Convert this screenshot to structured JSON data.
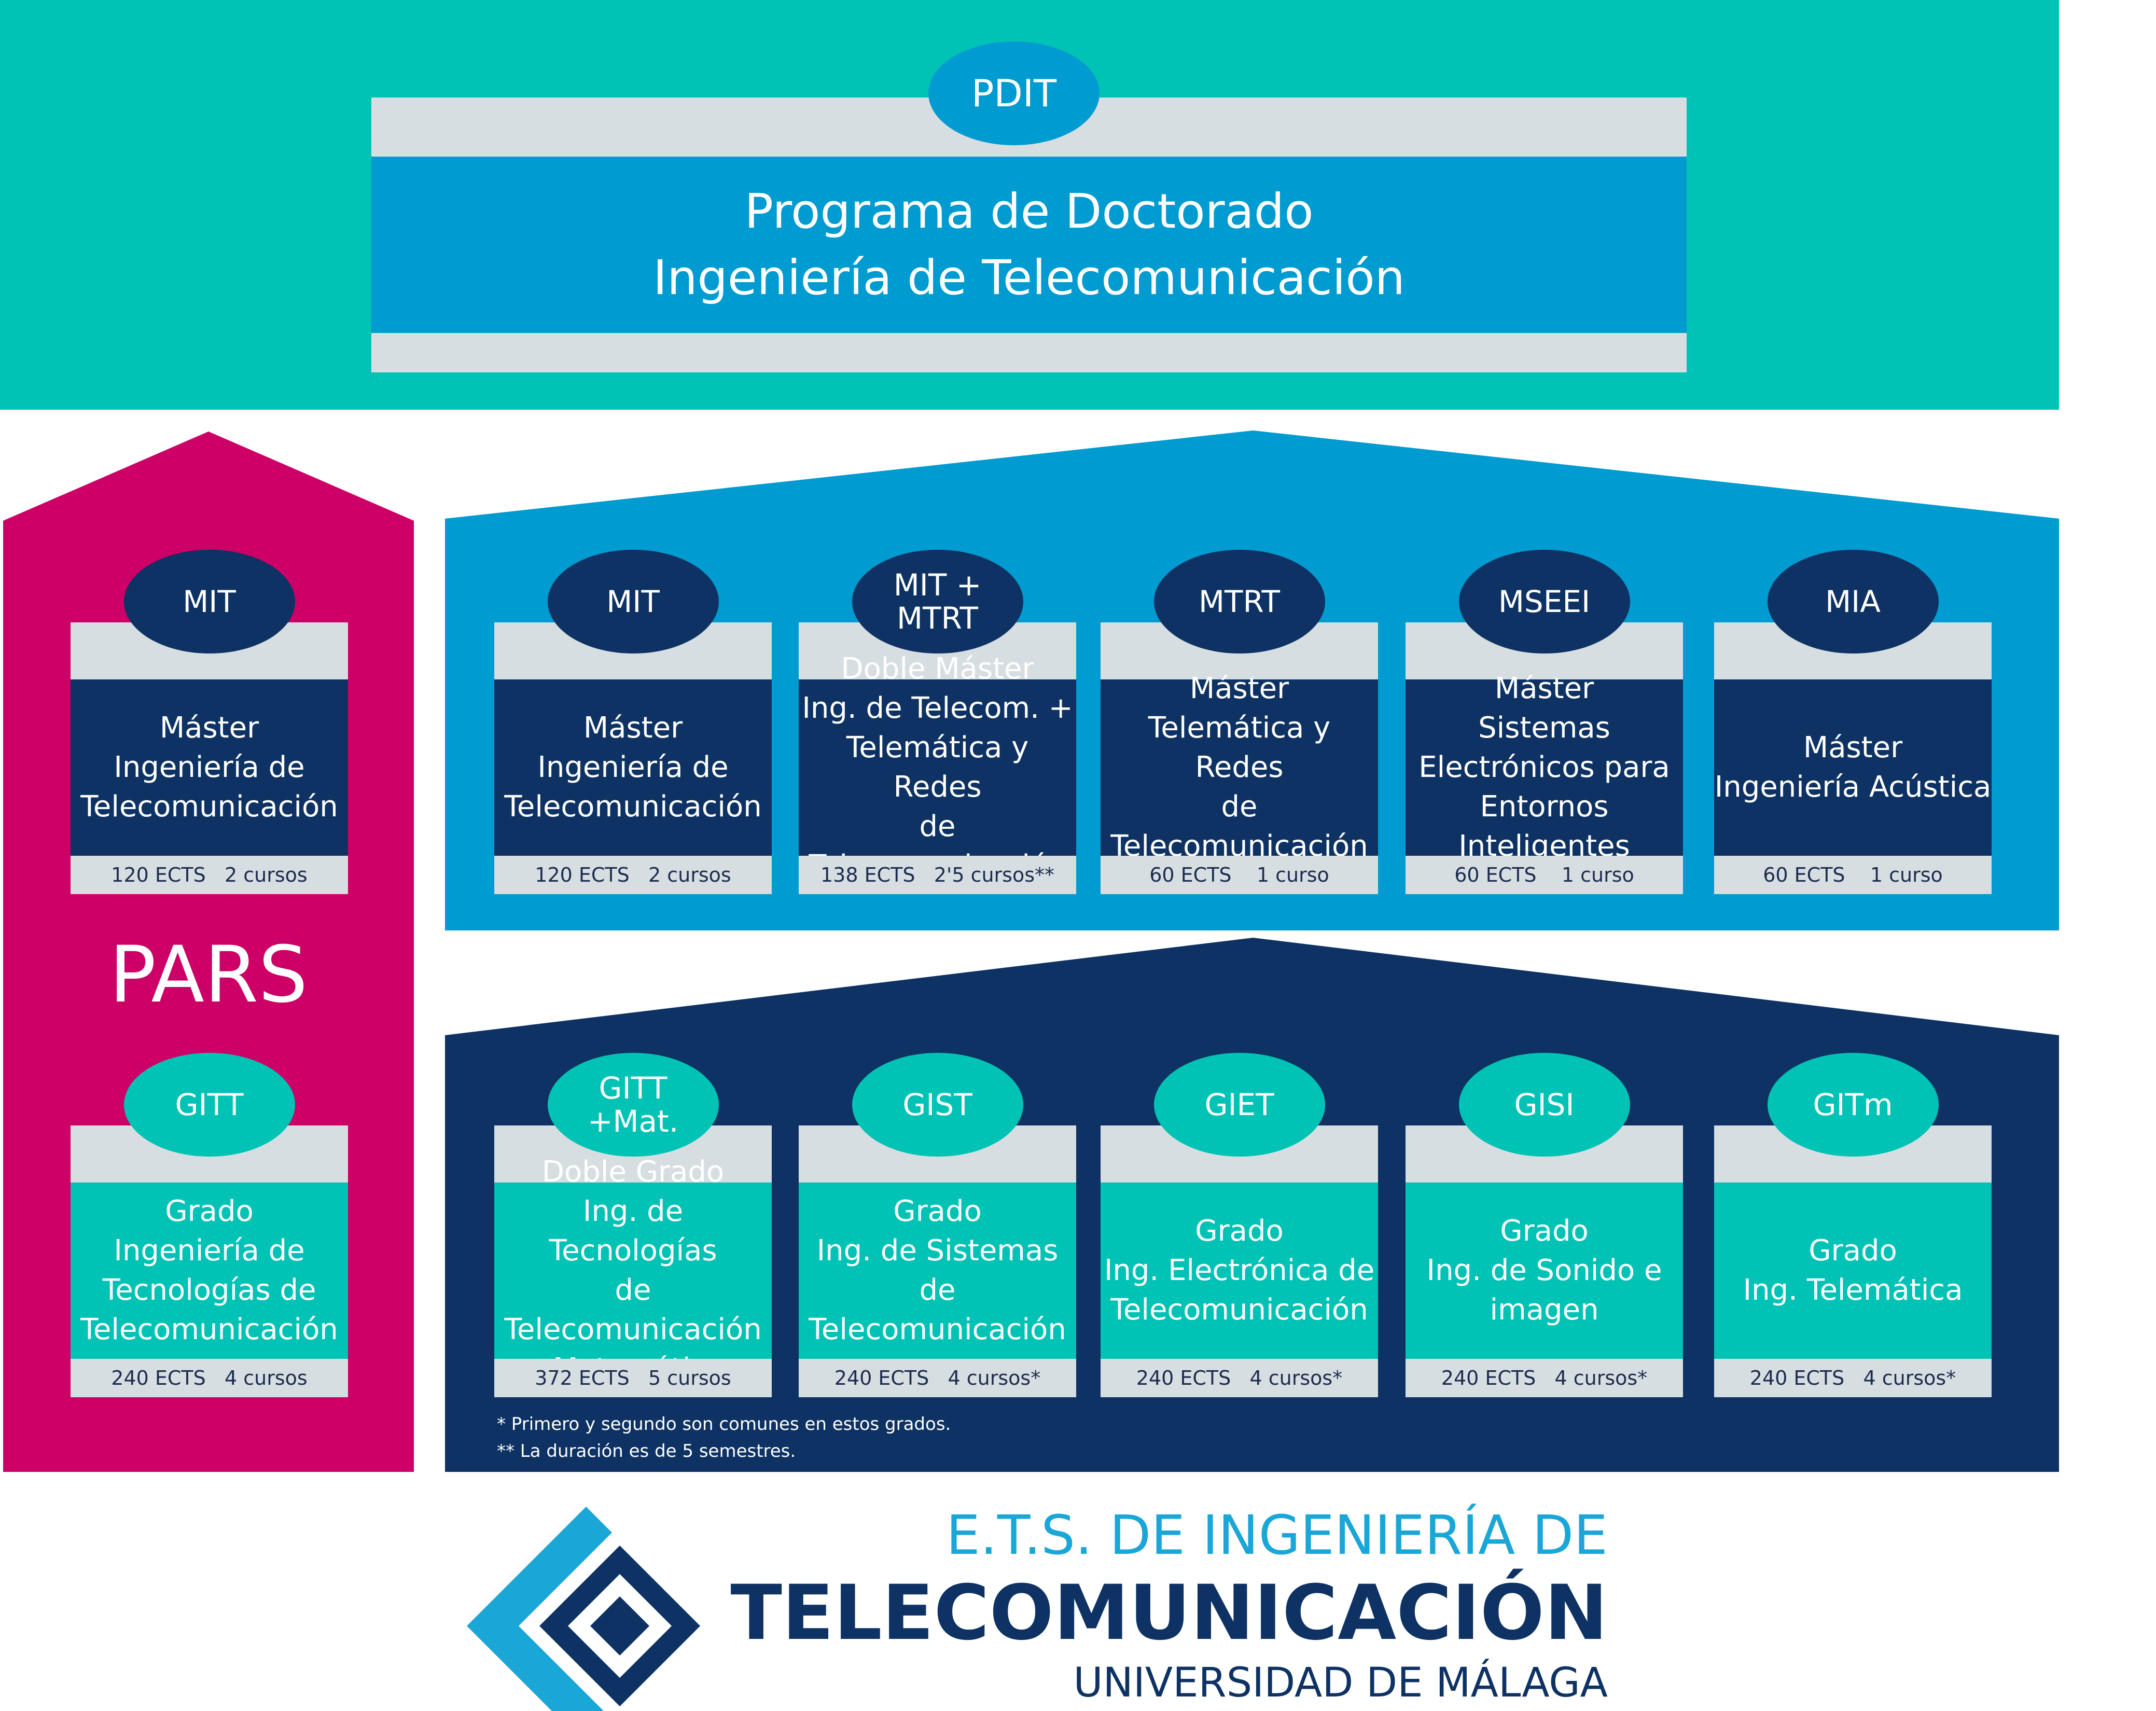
{
  "colors": {
    "teal": "#00c2b5",
    "blue": "#009bd0",
    "navy": "#0d3263",
    "magenta": "#cc0066",
    "grey": "#d7dee1",
    "logo_light": "#1aa7d8"
  },
  "pdit": {
    "badge": "PDIT",
    "title_line1": "Programa de Doctorado",
    "title_line2": "Ingeniería de Telecomunicación"
  },
  "pars": {
    "label": "PARS",
    "master": {
      "badge": "MIT",
      "title": "Máster\nIngeniería de\nTelecomunicación",
      "ects": "120 ECTS   2 cursos"
    },
    "grado": {
      "badge": "GITT",
      "title": "Grado\nIngeniería de\nTecnologías de\nTelecomunicación",
      "ects": "240 ECTS   4 cursos"
    }
  },
  "masters": [
    {
      "badge": "MIT",
      "title": "Máster\nIngeniería de\nTelecomunicación",
      "ects": "120 ECTS   2 cursos"
    },
    {
      "badge": "MIT +\nMTRT",
      "title": "Doble Máster\nIng. de Telecom. +\nTelemática y Redes\nde Telecomunicación",
      "ects": "138 ECTS   2'5 cursos**"
    },
    {
      "badge": "MTRT",
      "title": "Máster\nTelemática y Redes\nde Telecomunicación",
      "ects": "60 ECTS    1 curso"
    },
    {
      "badge": "MSEEI",
      "title": "Máster\nSistemas\nElectrónicos para\nEntornos Inteligentes",
      "ects": "60 ECTS    1 curso"
    },
    {
      "badge": "MIA",
      "title": "Máster\nIngeniería Acústica",
      "ects": "60 ECTS    1 curso"
    }
  ],
  "grados": [
    {
      "badge": "GITT\n+Mat.",
      "title": "Doble Grado\nIng. de Tecnologías\nde Telecomunicación\ny Matemáticas",
      "ects": "372 ECTS   5 cursos"
    },
    {
      "badge": "GIST",
      "title": "Grado\nIng. de Sistemas de\nTelecomunicación",
      "ects": "240 ECTS   4 cursos*"
    },
    {
      "badge": "GIET",
      "title": "Grado\nIng. Electrónica de\nTelecomunicación",
      "ects": "240 ECTS   4 cursos*"
    },
    {
      "badge": "GISI",
      "title": "Grado\nIng. de Sonido e\nimagen",
      "ects": "240 ECTS   4 cursos*"
    },
    {
      "badge": "GITm",
      "title": "Grado\nIng. Telemática",
      "ects": "240 ECTS   4 cursos*"
    }
  ],
  "notes": {
    "note1": "* Primero y segundo son comunes en estos grados.",
    "note2": "** La duración es de 5 semestres."
  },
  "logo": {
    "line1": "E.T.S. DE INGENIERÍA DE",
    "line2": "TELECOMUNICACIÓN",
    "line3": "UNIVERSIDAD DE MÁLAGA"
  }
}
